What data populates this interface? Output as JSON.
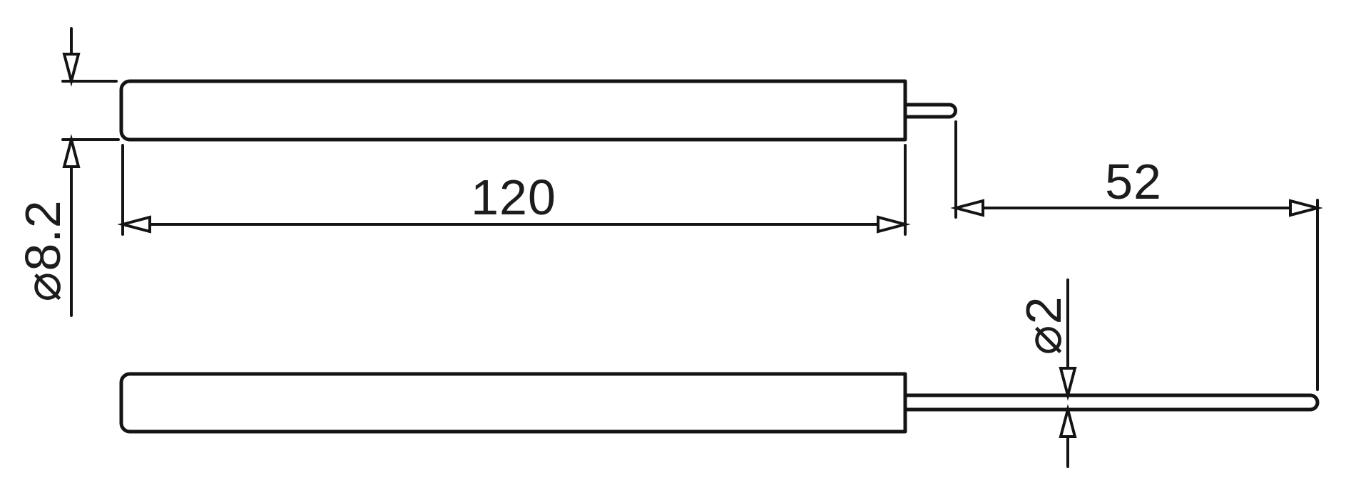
{
  "drawing": {
    "colors": {
      "ink": "#141414",
      "background": "#ffffff"
    },
    "dimensions": {
      "body_length": "120",
      "lead_length": "52",
      "body_diameter": "⌀8.2",
      "lead_diameter": "⌀2"
    }
  }
}
